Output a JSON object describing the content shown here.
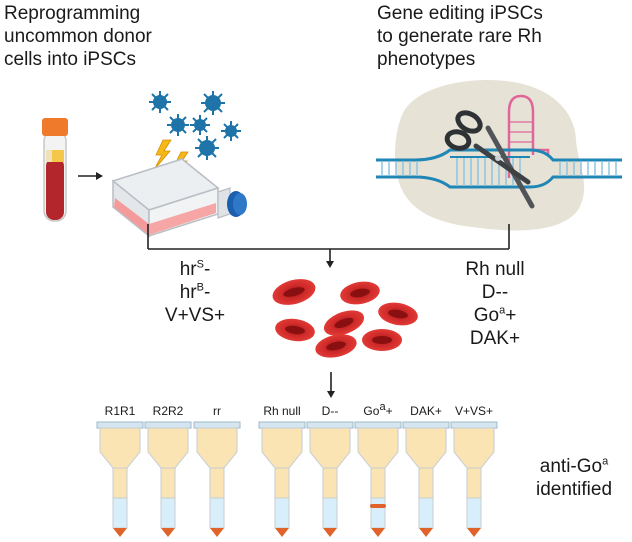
{
  "steps": {
    "reprogramming": [
      "Reprogramming",
      "uncommon donor",
      "cells into iPSCs"
    ],
    "gene_editing": [
      "Gene editing iPSCs",
      "to generate rare Rh",
      "phenotypes"
    ]
  },
  "phenotypes_left": [
    {
      "base": "hr",
      "sup": "S",
      "suffix": "-"
    },
    {
      "base": "hr",
      "sup": "B",
      "suffix": "-"
    },
    {
      "base": "V+VS+",
      "sup": "",
      "suffix": ""
    }
  ],
  "phenotypes_right": [
    {
      "base": "Rh null",
      "sup": "",
      "suffix": ""
    },
    {
      "base": "D--",
      "sup": "",
      "suffix": ""
    },
    {
      "base": "Go",
      "sup": "a",
      "suffix": "+"
    },
    {
      "base": "DAK+",
      "sup": "",
      "suffix": ""
    }
  ],
  "tubes": [
    {
      "label": "R1R1",
      "sup": "",
      "suffix": "",
      "agglutinated": false
    },
    {
      "label": "R2R2",
      "sup": "",
      "suffix": "",
      "agglutinated": false
    },
    {
      "label": "rr",
      "sup": "",
      "suffix": "",
      "agglutinated": false
    },
    {
      "label": "Rh null",
      "sup": "",
      "suffix": "",
      "agglutinated": false
    },
    {
      "label": "D--",
      "sup": "",
      "suffix": "",
      "agglutinated": false
    },
    {
      "label": "Go",
      "sup": "a",
      "suffix": "+",
      "agglutinated": true
    },
    {
      "label": "DAK+",
      "sup": "",
      "suffix": "",
      "agglutinated": false
    },
    {
      "label": "V+VS+",
      "sup": "",
      "suffix": "",
      "agglutinated": false
    }
  ],
  "result": {
    "line1_base": "anti-Go",
    "line1_sup": "a",
    "line2": "identified"
  },
  "colors": {
    "blood_red": "#b3262b",
    "cap_orange": "#f07a2b",
    "flask_pink": "#f49a9a",
    "flask_cap_blue": "#1a5fb0",
    "virus_blue": "#1e74a8",
    "dna_blue": "#1f86b5",
    "rna_pink": "#e0669a",
    "cell_bg": "#e6e3d6",
    "rbc_red": "#d42c2c",
    "gel_yellow": "#fbe4b4",
    "tube_blue": "#d9eefb",
    "tip_orange": "#e0632a"
  }
}
